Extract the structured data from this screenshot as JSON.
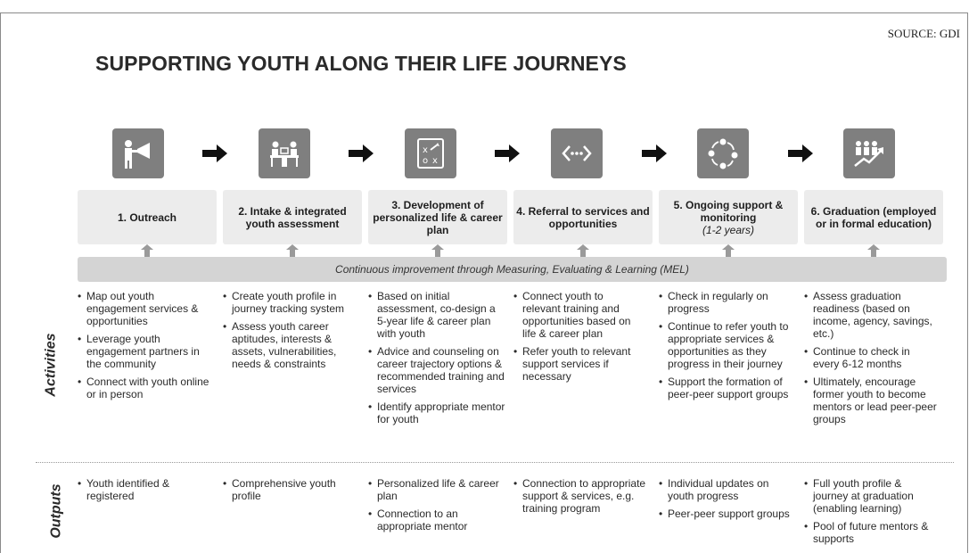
{
  "source": "SOURCE: GDI",
  "title": "SUPPORTING YOUTH ALONG THEIR LIFE JOURNEYS",
  "icons": [
    "megaphone-person-icon",
    "two-people-desk-icon",
    "strategy-board-icon",
    "referral-arrows-icon",
    "cycle-monitoring-icon",
    "people-growth-icon"
  ],
  "stages": [
    {
      "label": "1.  Outreach",
      "sub": ""
    },
    {
      "label": "2. Intake & integrated youth assessment",
      "sub": ""
    },
    {
      "label": "3. Development of personalized life & career plan",
      "sub": ""
    },
    {
      "label": "4. Referral to services and opportunities",
      "sub": ""
    },
    {
      "label": "5. Ongoing support & monitoring",
      "sub": "(1-2 years)"
    },
    {
      "label": "6. Graduation (employed or in formal education)",
      "sub": ""
    }
  ],
  "mel": "Continuous improvement through Measuring, Evaluating & Learning (MEL)",
  "row_labels": {
    "activities": "Activities",
    "outputs": "Outputs"
  },
  "activities": [
    [
      "Map out youth engagement services & opportunities",
      "Leverage youth engagement partners in the community",
      "Connect with youth online or in person"
    ],
    [
      "Create youth profile in journey tracking system",
      "Assess youth career aptitudes, interests & assets, vulnerabilities, needs & constraints"
    ],
    [
      "Based on initial assessment, co-design a 5-year life & career plan with youth",
      "Advice and counseling on career trajectory options & recommended training and services",
      "Identify appropriate mentor for youth"
    ],
    [
      "Connect youth to relevant training and opportunities based on life & career plan",
      "Refer youth to relevant support services if necessary"
    ],
    [
      "Check in regularly on progress",
      "Continue to refer youth to appropriate services & opportunities as they progress in their journey",
      "Support the formation of peer-peer support groups"
    ],
    [
      "Assess graduation readiness (based on income, agency, savings, etc.)",
      "Continue to check in every 6-12 months",
      "Ultimately, encourage former youth to become mentors or lead peer-peer groups"
    ]
  ],
  "outputs": [
    [
      "Youth identified & registered"
    ],
    [
      "Comprehensive youth profile"
    ],
    [
      "Personalized life & career plan",
      "Connection to an appropriate mentor"
    ],
    [
      "Connection to appropriate support & services, e.g. training program"
    ],
    [
      "Individual updates on youth progress",
      "Peer-peer support groups"
    ],
    [
      "Full youth profile & journey at graduation (enabling learning)",
      "Pool of future mentors & supports"
    ]
  ]
}
